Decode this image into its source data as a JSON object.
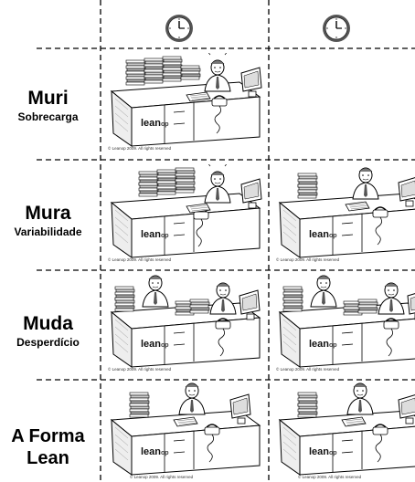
{
  "rows": [
    {
      "title": "Muri",
      "subtitle": "Sobrecarga"
    },
    {
      "title": "Mura",
      "subtitle": "Variabilidade"
    },
    {
      "title": "Muda",
      "subtitle": "Desperdício"
    },
    {
      "title_line1": "A Forma",
      "title_line2": "Lean"
    }
  ],
  "logo": {
    "lean": "lean",
    "suffix": "op"
  },
  "credits": {
    "muri_1": "© Leanop 2009. All rights reserved",
    "mura_1": "© Leanop 2009. All rights reserved",
    "mura_2": "© Leanop 2009. All rights reserved",
    "muda_1": "© Leanop 2009. All rights reserved",
    "muda_2": "© Leanop 2009. All rights reserved",
    "lean_1": "© Leanop 2009. All rights reserved",
    "lean_2": "© Leanop 2009. All rights reserved"
  },
  "icons": [
    "clock-icon",
    "clock-icon"
  ]
}
